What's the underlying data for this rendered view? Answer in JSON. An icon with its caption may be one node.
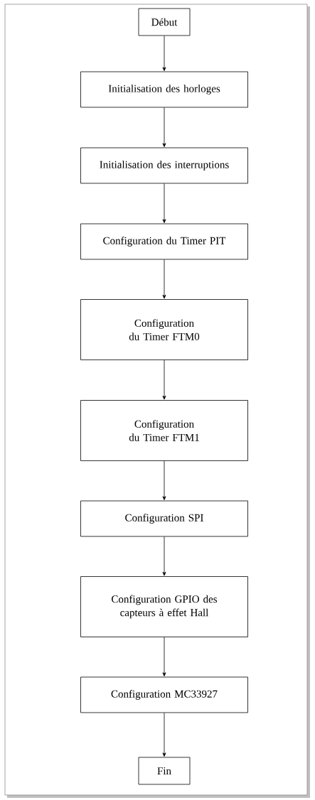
{
  "diagram": {
    "nodes": [
      {
        "text": [
          "Début"
        ]
      },
      {
        "text": [
          "Initialisation des horloges"
        ]
      },
      {
        "text": [
          "Initialisation des interruptions"
        ]
      },
      {
        "text": [
          "Configuration du Timer PIT"
        ]
      },
      {
        "text": [
          "Configuration du Timer FTM0"
        ]
      },
      {
        "text": [
          "Configuration du Timer FTM1"
        ]
      },
      {
        "text": [
          "Configuration SPI"
        ]
      },
      {
        "text": [
          "Configuration GPIO des capteurs à effet Hall"
        ]
      },
      {
        "text": [
          "Configuration MC33927"
        ]
      },
      {
        "text": [
          "Fin"
        ]
      }
    ],
    "edges": [
      {
        "from": 0,
        "to": 1,
        "arrow": "to"
      },
      {
        "from": 1,
        "to": 2,
        "arrow": "to"
      },
      {
        "from": 2,
        "to": 3,
        "arrow": "to"
      },
      {
        "from": 3,
        "to": 4,
        "arrow": "to"
      },
      {
        "from": 4,
        "to": 5,
        "arrow": "to"
      },
      {
        "from": 5,
        "to": 6,
        "arrow": "to"
      },
      {
        "from": 6,
        "to": 7,
        "arrow": "to"
      },
      {
        "from": 7,
        "to": 8,
        "arrow": "to"
      },
      {
        "from": 8,
        "to": 9,
        "arrow": "to"
      }
    ]
  }
}
